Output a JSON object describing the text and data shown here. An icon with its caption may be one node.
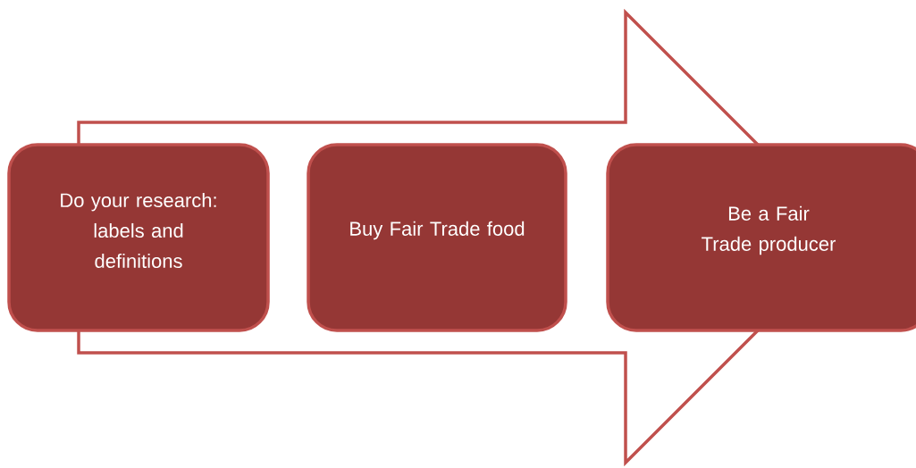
{
  "diagram": {
    "nodes": [
      {
        "text": [
          "Do your research: labels and definitions"
        ]
      },
      {
        "text": [
          "Buy Fair Trade food"
        ]
      },
      {
        "text": [
          "Be a Fair Trade producer"
        ]
      }
    ],
    "edges": [
      {
        "from": 0,
        "to": 2,
        "arrow": "to"
      }
    ]
  }
}
